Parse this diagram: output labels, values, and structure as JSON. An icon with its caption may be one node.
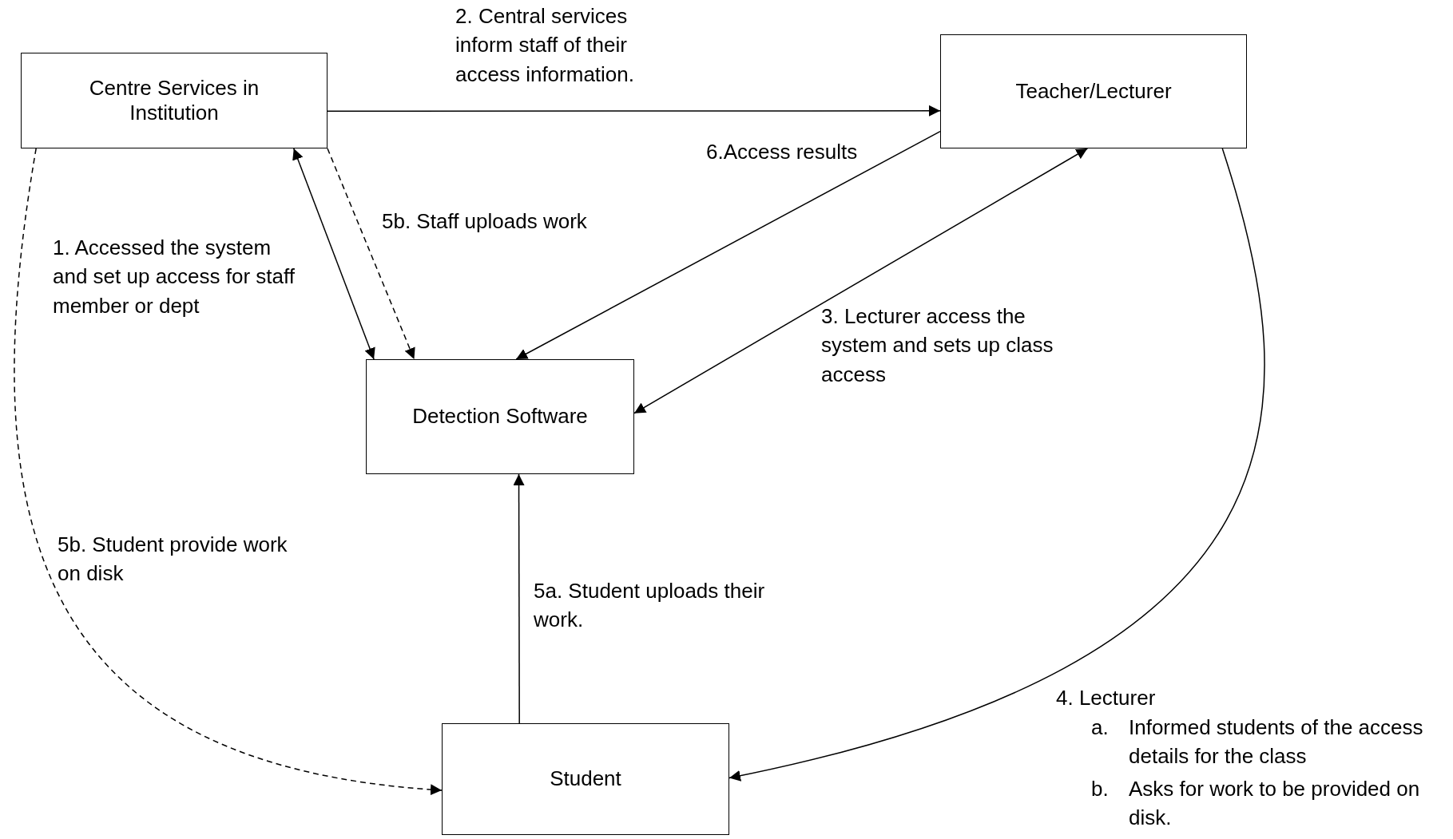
{
  "diagram": {
    "nodes": [
      {
        "text": [
          "Centre Services in Institution"
        ]
      },
      {
        "text": [
          "Teacher/Lecturer"
        ]
      },
      {
        "text": [
          "Detection Software"
        ]
      },
      {
        "text": [
          "Student"
        ]
      }
    ],
    "edges": [
      {
        "from": 0,
        "to": 1,
        "arrow": "to",
        "label": "2.  Central services inform staff of their access information."
      },
      {
        "from": 0,
        "to": 2,
        "arrow": "both",
        "label": "1. Accessed the system and set up access for staff member or dept"
      },
      {
        "from": 0,
        "to": 2,
        "arrow": "to",
        "style": "dashed",
        "label": "5b.  Staff uploads work"
      },
      {
        "from": 1,
        "to": 2,
        "arrow": "to",
        "label": "6.Access results"
      },
      {
        "from": 1,
        "to": 2,
        "arrow": "both",
        "label": "3. Lecturer access the system and sets up class access"
      },
      {
        "from": 1,
        "to": 3,
        "arrow": "to",
        "label": "4. Lecturer"
      },
      {
        "from": 0,
        "to": 3,
        "arrow": "to",
        "style": "dashed",
        "label": "5b.  Student provide work on disk"
      },
      {
        "from": 3,
        "to": 2,
        "arrow": "to",
        "label": "5a.  Student uploads their work."
      }
    ],
    "labels": [
      "a.",
      "Informed students of the access details for the class",
      "b.",
      "Asks for work to be provided on disk."
    ]
  }
}
